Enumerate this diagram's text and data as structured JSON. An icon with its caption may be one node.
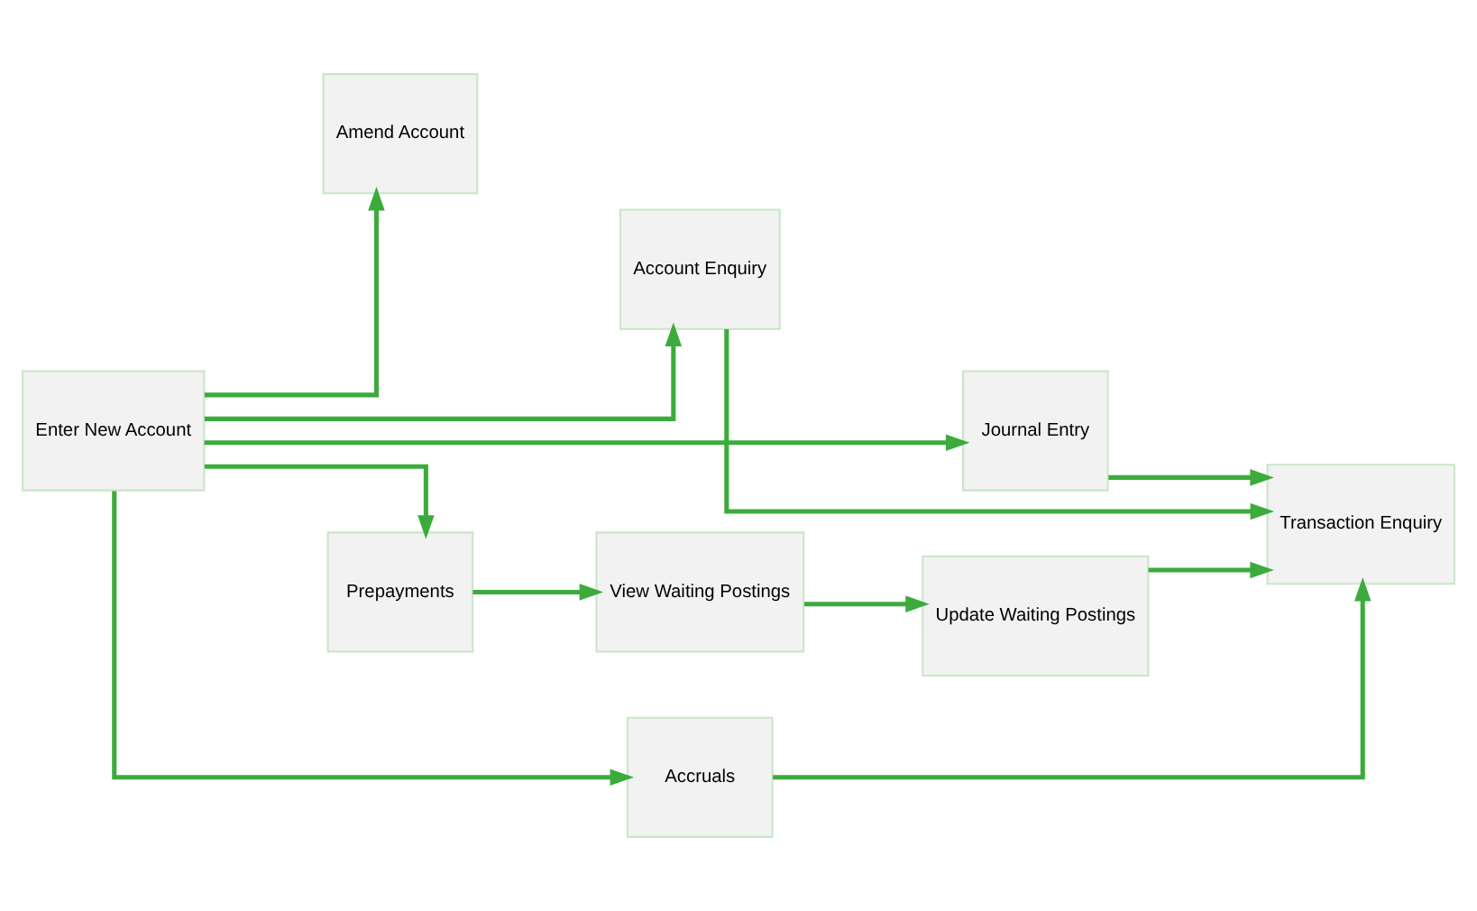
{
  "diagram": {
    "nodes": [
      {
        "text": [
          "Enter New Account"
        ]
      },
      {
        "text": [
          "Amend Account"
        ]
      },
      {
        "text": [
          "Account Enquiry"
        ]
      },
      {
        "text": [
          "Journal Entry"
        ]
      },
      {
        "text": [
          "Transaction Enquiry"
        ]
      },
      {
        "text": [
          "Prepayments"
        ]
      },
      {
        "text": [
          "View Waiting Postings"
        ]
      },
      {
        "text": [
          "Update Waiting Postings"
        ]
      },
      {
        "text": [
          "Accruals"
        ]
      }
    ],
    "edges": [
      {
        "from": 0,
        "to": 1,
        "arrow": "to"
      },
      {
        "from": 0,
        "to": 2,
        "arrow": "to"
      },
      {
        "from": 0,
        "to": 3,
        "arrow": "to"
      },
      {
        "from": 0,
        "to": 5,
        "arrow": "to"
      },
      {
        "from": 0,
        "to": 8,
        "arrow": "to"
      },
      {
        "from": 2,
        "to": 4,
        "arrow": "to"
      },
      {
        "from": 3,
        "to": 4,
        "arrow": "to"
      },
      {
        "from": 8,
        "to": 4,
        "arrow": "to"
      },
      {
        "from": 5,
        "to": 6,
        "arrow": "to"
      },
      {
        "from": 6,
        "to": 7,
        "arrow": "to"
      },
      {
        "from": 7,
        "to": 4,
        "arrow": "to"
      }
    ]
  }
}
